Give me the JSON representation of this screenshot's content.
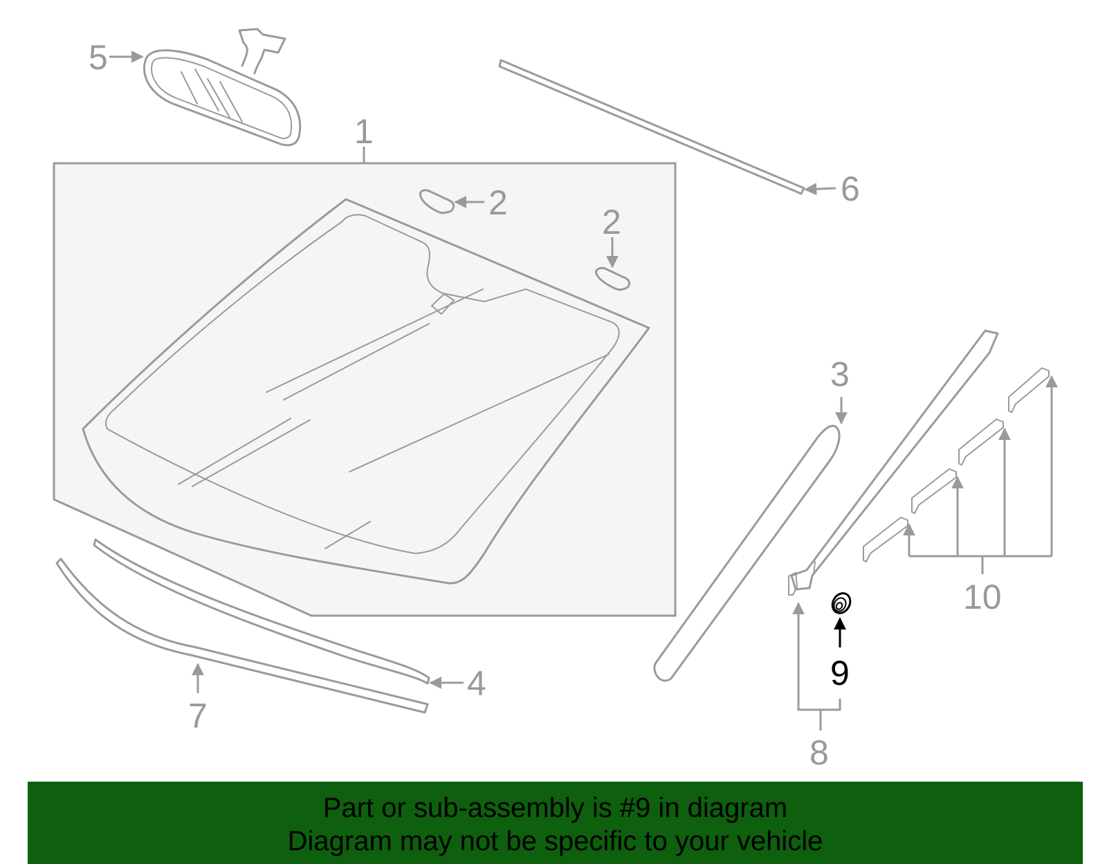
{
  "callouts": {
    "c1": "1",
    "c2a": "2",
    "c2b": "2",
    "c3": "3",
    "c4": "4",
    "c5": "5",
    "c6": "6",
    "c7": "7",
    "c8": "8",
    "c9": "9",
    "c10": "10"
  },
  "highlighted_part": "9",
  "banner": {
    "line1": "Part or sub-assembly is #9 in diagram",
    "line2": "Diagram may not be specific to your vehicle"
  },
  "colors": {
    "line": "#9a9a9a",
    "highlight": "#000000",
    "panel": "#f5f5f5",
    "banner_bg": "#0e5f0e"
  }
}
